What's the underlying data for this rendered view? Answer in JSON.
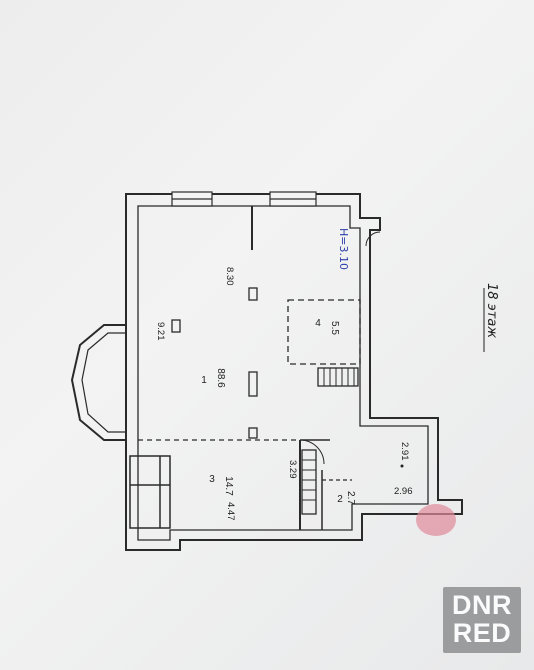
{
  "plan": {
    "height_note": "H=3.10",
    "floor_note": "18 этаж",
    "rooms": [
      {
        "number": "1",
        "area": "88.6"
      },
      {
        "number": "2",
        "area": "2.7"
      },
      {
        "number": "3",
        "area": "14.7"
      },
      {
        "number": "4",
        "area": "5.5"
      }
    ],
    "dimensions": {
      "top": "8.30",
      "left": "9.21",
      "mid": "3.29",
      "bottom": "4.47",
      "right_vertical": "2.91",
      "right_bottom": "2.96"
    }
  },
  "watermark": {
    "line1": "DNR",
    "line2": "RED"
  },
  "colors": {
    "wall": "#2a2a2a",
    "pen": "#2b3fa8",
    "stamp": "#e08a9a",
    "logo_bg": "#8a8c8e"
  }
}
